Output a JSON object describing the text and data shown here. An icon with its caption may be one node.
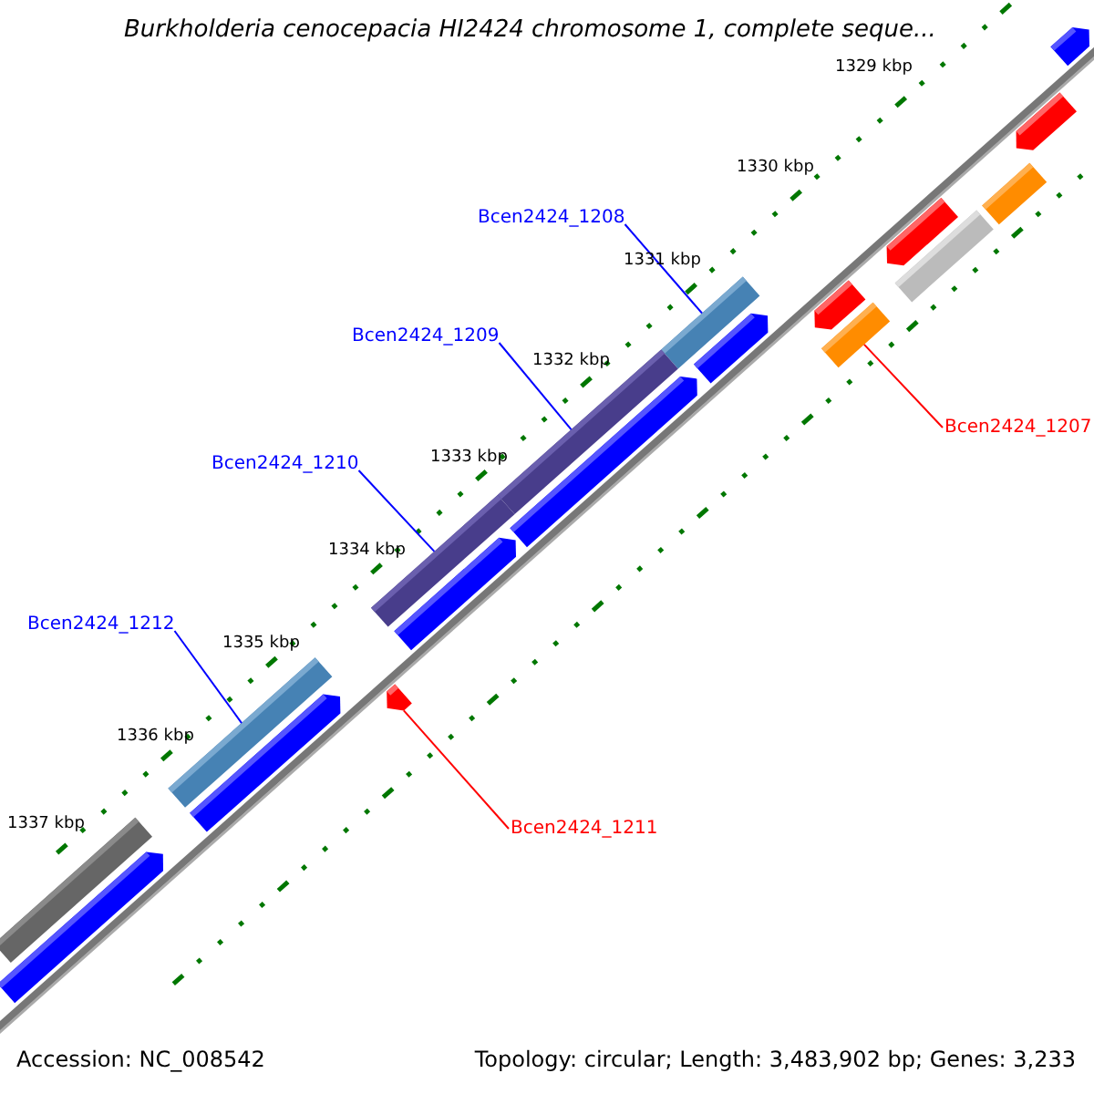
{
  "diagram": {
    "title": "Burkholderia cenocepacia HI2424 chromosome 1, complete seque...",
    "nodes": [
      {
        "text": [
          "Bcen2424_1208"
        ]
      },
      {
        "text": [
          "Bcen2424_1209"
        ]
      },
      {
        "text": [
          "Bcen2424_1207"
        ]
      },
      {
        "text": [
          "Bcen2424_1210"
        ]
      },
      {
        "text": [
          "Bcen2424_1212"
        ]
      },
      {
        "text": [
          "Bcen2424_1211"
        ]
      },
      {
        "text": [],
        "shape": "bar"
      },
      {
        "text": [],
        "shape": "bar"
      },
      {
        "text": [],
        "shape": "bar"
      },
      {
        "text": [],
        "shape": "bar"
      },
      {
        "text": [],
        "shape": "bar"
      },
      {
        "text": [],
        "shape": "arrow"
      },
      {
        "text": [],
        "shape": "arrow"
      },
      {
        "text": [],
        "shape": "arrow"
      },
      {
        "text": [],
        "shape": "arrow"
      },
      {
        "text": [],
        "shape": "bar"
      },
      {
        "text": [],
        "shape": "arrow"
      },
      {
        "text": [],
        "shape": "arrow"
      },
      {
        "text": [],
        "shape": "arrow"
      },
      {
        "text": [],
        "shape": "bar"
      },
      {
        "text": [],
        "shape": "arrow"
      },
      {
        "text": [],
        "shape": "arrow"
      },
      {
        "text": [],
        "shape": "bar"
      },
      {
        "text": [],
        "shape": "arrow"
      }
    ],
    "edges": [
      {
        "from": 0,
        "to": 6,
        "arrow": "none"
      },
      {
        "from": 1,
        "to": 7,
        "arrow": "none"
      },
      {
        "from": 2,
        "to": 8,
        "arrow": "none",
        "color": "#ff0000"
      },
      {
        "from": 3,
        "to": 9,
        "arrow": "none"
      },
      {
        "from": 4,
        "to": 10,
        "arrow": "none"
      },
      {
        "from": 5,
        "to": 11,
        "arrow": "none",
        "color": "#ff0000"
      }
    ],
    "labels": [
      "1329 kbp",
      "1330 kbp",
      "1331 kbp",
      "1332 kbp",
      "1333 kbp",
      "1334 kbp",
      "1335 kbp",
      "1336 kbp",
      "1337 kbp",
      "Accession: NC_008542",
      "Topology: circular; Length: 3,483,902 bp; Genes: 3,233"
    ]
  }
}
